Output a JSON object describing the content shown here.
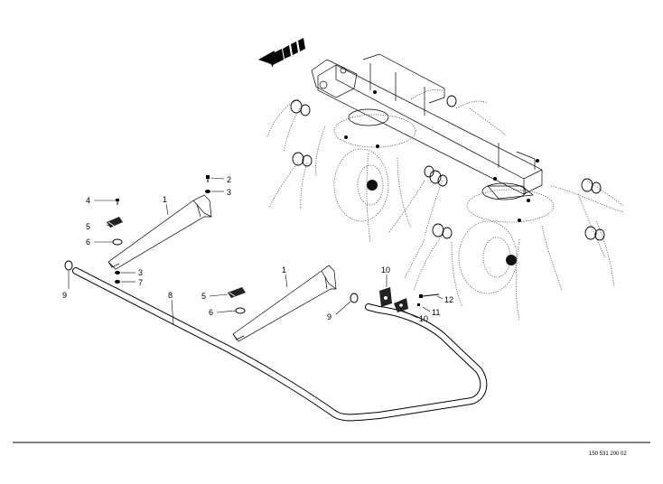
{
  "drawing_number": "150 531 200 02",
  "callouts": {
    "c1a": "1",
    "c1b": "1",
    "c2": "2",
    "c3a": "3",
    "c3b": "3",
    "c4": "4",
    "c5a": "5",
    "c5b": "5",
    "c6a": "6",
    "c6b": "6",
    "c7": "7",
    "c8": "8",
    "c9a": "9",
    "c9b": "9",
    "c10a": "10",
    "c10b": "10",
    "c11": "11",
    "c12": "12"
  }
}
